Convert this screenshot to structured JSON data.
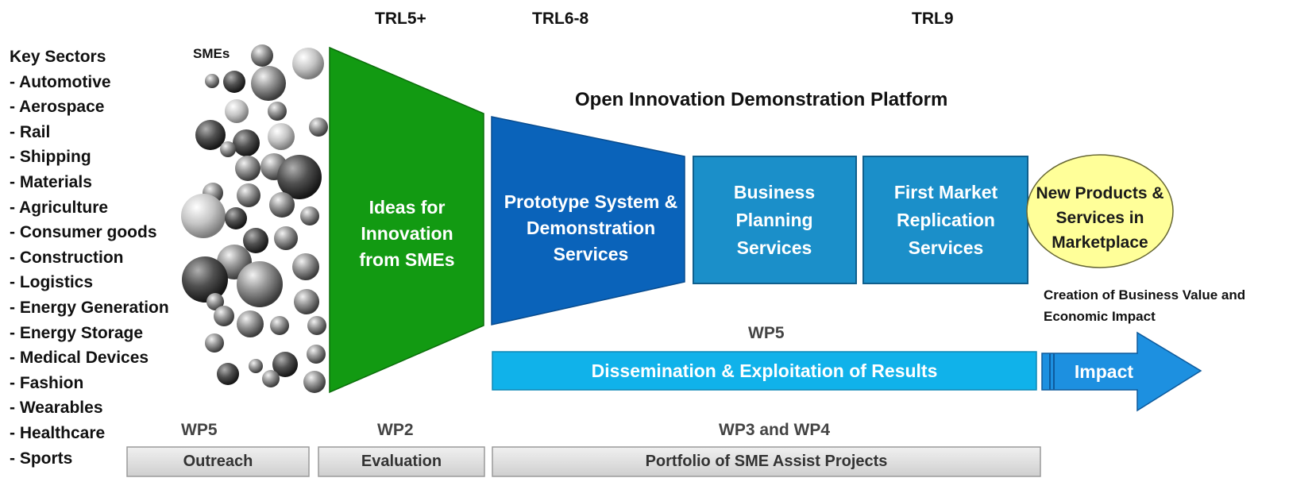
{
  "colors": {
    "green": "#129a12",
    "dark_blue": "#0a63ba",
    "box_blue": "#1b8fc9",
    "light_blue": "#10b2ea",
    "arrow_blue": "#1d90e0",
    "ellipse_yellow": "#ffff99",
    "gray_bar": "#d8d8d8"
  },
  "sectors": {
    "title": "Key Sectors",
    "items": [
      "- Automotive",
      "- Aerospace",
      "- Rail",
      "- Shipping",
      "- Materials",
      "- Agriculture",
      "- Consumer goods",
      "- Construction",
      "- Logistics",
      "- Energy Generation",
      "- Energy Storage",
      "- Medical Devices",
      "- Fashion",
      "- Wearables",
      "- Healthcare",
      "- Sports"
    ]
  },
  "smes_label": "SMEs",
  "trl": {
    "a": "TRL5+",
    "b": "TRL6-8",
    "c": "TRL9"
  },
  "platform_title": "Open Innovation Demonstration Platform",
  "stages": {
    "ideas": "Ideas for Innovation from SMEs",
    "prototype": "Prototype System & Demonstration Services",
    "business": "Business Planning Services",
    "first_market": "First Market Replication Services",
    "new_products": "New Products & Services in Marketplace"
  },
  "impact_caption": "Creation of Business Value and Economic Impact",
  "dissemination": {
    "wp": "WP5",
    "label": "Dissemination & Exploitation of Results",
    "impact": "Impact"
  },
  "bottom": {
    "wp_outreach": "WP5",
    "outreach": "Outreach",
    "wp_evaluation": "WP2",
    "evaluation": "Evaluation",
    "wp_portfolio": "WP3 and WP4",
    "portfolio": "Portfolio of SME Assist Projects"
  }
}
